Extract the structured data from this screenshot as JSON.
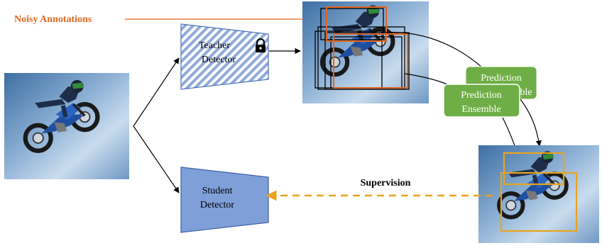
{
  "labels": {
    "noisy_annotations": "Noisy Annotations",
    "teacher_line1": "Teacher",
    "teacher_line2": "Detector",
    "student_line1": "Student",
    "student_line2": "Detector",
    "supervision": "Supervision",
    "pred_back_line1": "Prediction",
    "pred_back_line2": "Ensemble",
    "pred_front_line1": "Prediction",
    "pred_front_line2": "Ensemble"
  },
  "colors": {
    "noisy": "#E2661F",
    "teacher_stripe": "#5B7FC4",
    "teacher_border": "#4A6FB8",
    "student_fill": "#7F9FD9",
    "student_border": "#3D5FA6",
    "supervision": "#E8A41C",
    "ensemble_fill": "#6FAE46",
    "ensemble_text": "#ffffff",
    "ensemble_box": "#E8A41C",
    "arrow": "#000000"
  },
  "icons": {
    "lock": "lock-icon"
  }
}
